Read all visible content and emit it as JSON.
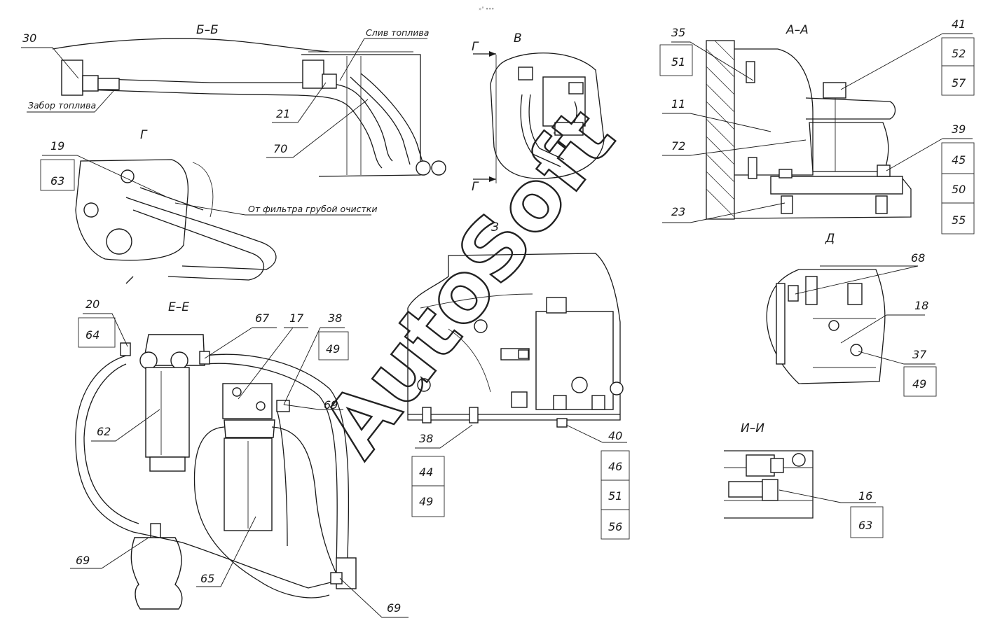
{
  "header_mark": "»° •••",
  "watermark": "AutoSoft",
  "views": {
    "bb": "Б–Б",
    "v": "В",
    "aa": "А–А",
    "g": "Г",
    "z": "З",
    "d": "Д",
    "ee": "Е–Е",
    "ii": "И–И"
  },
  "section_marks": {
    "g_top": "Г",
    "g_bottom": "Г"
  },
  "notes": {
    "fuel_drain": "Слив топлива",
    "fuel_intake": "Забор топлива",
    "from_filter": "От фильтра грубой очистки"
  },
  "labels": {
    "l30": "30",
    "l21": "21",
    "l70": "70",
    "l35": "35",
    "l51a": "51",
    "l11": "11",
    "l72": "72",
    "l23": "23",
    "l41": "41",
    "l52": "52",
    "l57": "57",
    "l39": "39",
    "l45": "45",
    "l50": "50",
    "l55": "55",
    "l19": "19",
    "l63a": "63",
    "l68": "68",
    "l18": "18",
    "l37": "37",
    "l49a": "49",
    "l20": "20",
    "l64": "64",
    "l67": "67",
    "l17": "17",
    "l38a": "38",
    "l49b": "49",
    "l62": "62",
    "l69a": "69",
    "l65": "65",
    "l69b": "69",
    "l69c": "69",
    "l38b": "38",
    "l44": "44",
    "l49c": "49",
    "l40": "40",
    "l46": "46",
    "l51b": "51",
    "l56": "56",
    "l16": "16",
    "l63b": "63"
  }
}
